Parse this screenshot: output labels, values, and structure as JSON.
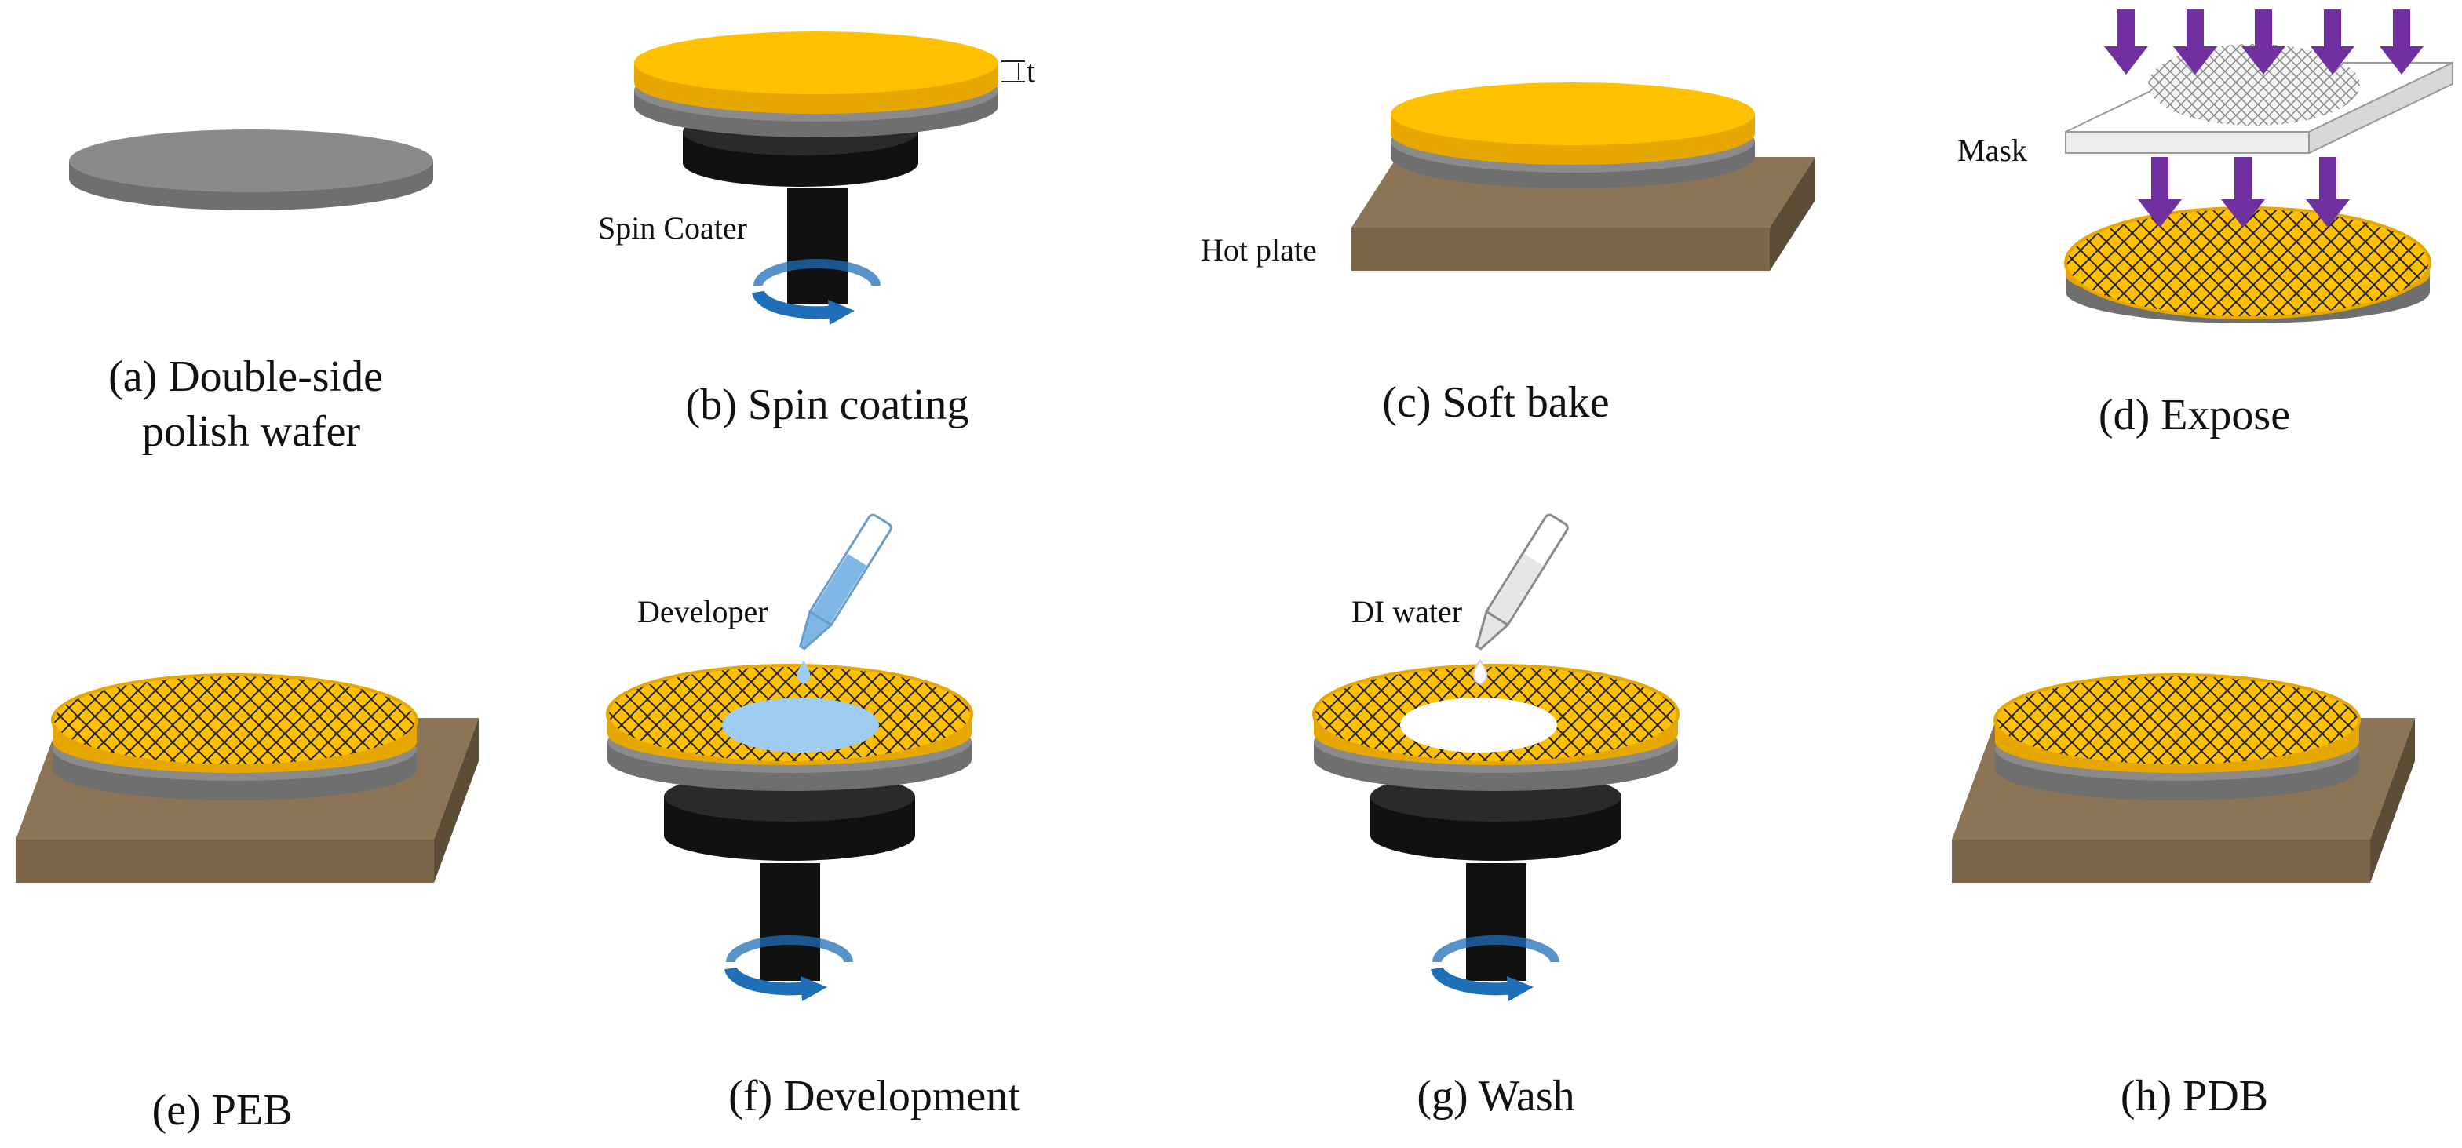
{
  "colors": {
    "wafer_gray": "#8a8a8a",
    "photoresist_yellow": "#ffc000",
    "hot_plate_brown": "#7a6549",
    "chuck_black": "#111111",
    "rotation_blue": "#1f6fb8",
    "uv_arrow_purple": "#7030a0",
    "developer_blue": "#9fcdf2"
  },
  "icons": [
    "rotation-arrow-icon",
    "uv-arrow-icon",
    "pipette-icon",
    "droplet-icon",
    "thickness-marker-icon"
  ],
  "steps": [
    {
      "caption_lines": [
        "(a) Double-side",
        "polish wafer"
      ]
    },
    {
      "caption_lines": [
        "(b) Spin coating"
      ],
      "label": "Spin Coater",
      "thickness_label": "t"
    },
    {
      "caption_lines": [
        "(c) Soft bake"
      ],
      "label": "Hot plate"
    },
    {
      "caption_lines": [
        "(d) Expose"
      ],
      "label": "Mask"
    },
    {
      "caption_lines": [
        "(e) PEB"
      ]
    },
    {
      "caption_lines": [
        "(f) Development"
      ],
      "label": "Developer"
    },
    {
      "caption_lines": [
        "(g) Wash"
      ],
      "label": "DI water"
    },
    {
      "caption_lines": [
        "(h) PDB"
      ]
    }
  ]
}
